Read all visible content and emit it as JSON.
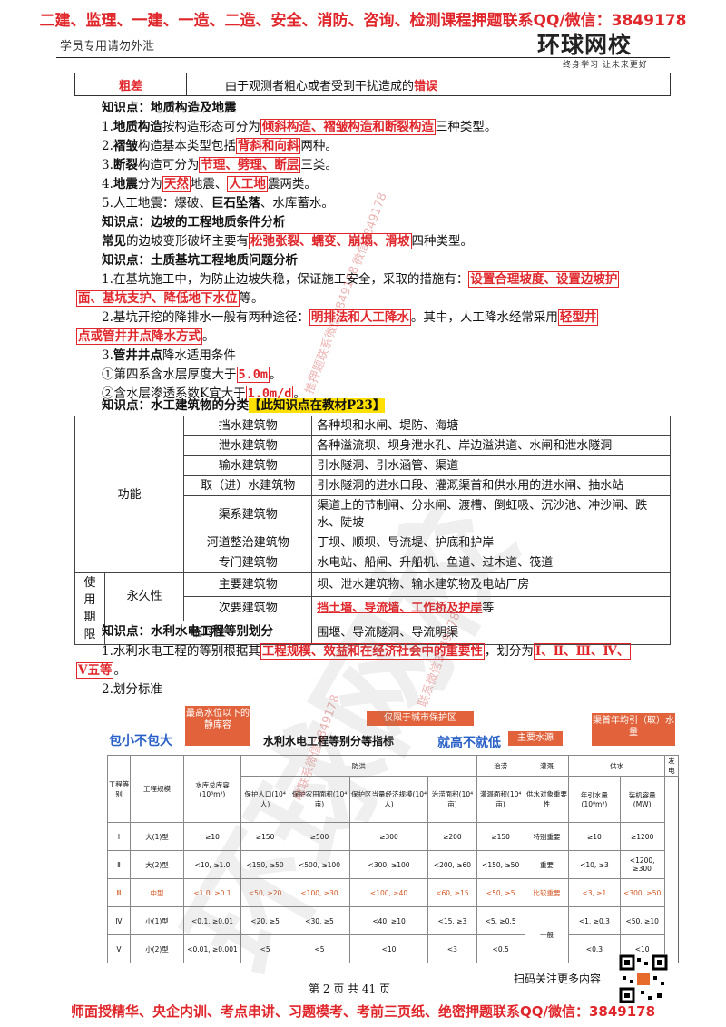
{
  "header": {
    "banner": "二建、监理、一建、一造、二造、安全、消防、咨询、检测课程押题联系QQ/微信：3849178",
    "student_note": "学员专用请勿外泄",
    "logo_main": "环球网校",
    "logo_sub": "终身学习  让未来更好"
  },
  "error_table": {
    "term": "粗差",
    "definition_prefix": "由于观测者粗心或者受到干扰造成的",
    "definition_hl": "错误"
  },
  "geo": {
    "title": "知识点：地质构造及地震",
    "l1_a": "1.",
    "l1_b": "地质构造",
    "l1_c": "按构造形态可分为",
    "l1_hl": "倾斜构造、褶皱构造和断裂构造",
    "l1_d": "三种类型。",
    "l2_a": "2.",
    "l2_b": "褶皱",
    "l2_c": "构造基本类型包括",
    "l2_hl": "背斜和向斜",
    "l2_d": "两种。",
    "l3_a": "3.",
    "l3_b": "断裂",
    "l3_c": "构造可分为",
    "l3_hl": "节理、劈理、断层",
    "l3_d": "三类。",
    "l4_a": "4.",
    "l4_b": "地震",
    "l4_c": "分为",
    "l4_hl1": "天然",
    "l4_d": "地震、",
    "l4_hl2": "人工地",
    "l4_e": "震两类。",
    "l5_a": "5.人工地震：爆破、",
    "l5_b": "巨石坠落",
    "l5_c": "、水库蓄水。"
  },
  "slope": {
    "title": "知识点：边坡的工程地质条件分析",
    "l1_a": "常见",
    "l1_b": "的边坡变形破坏主要有",
    "l1_hl": "松弛张裂、蠕变、崩塌、滑坡",
    "l1_c": "四种类型。"
  },
  "pit": {
    "title": "知识点：土质基坑工程地质问题分析",
    "l1_a": "1.在基坑施工中，为防止边坡失稳，保证施工安全，采取的措施有：",
    "l1_hl": "设置合理坡度、设置边坡护",
    "l2_hl": "面、基坑支护、降低地下水位",
    "l2_a": "等。",
    "l3_a": "2.基坑开挖的降排水一般有两种途径：",
    "l3_hl": "明排法和人工降水",
    "l3_b": "。其中，人工降水经常采用",
    "l3_hl2": "轻型井",
    "l4_hl": "点或管井井点降水方式",
    "l4_a": "。",
    "l5_a": "3.",
    "l5_b": "管井井点",
    "l5_c": "降水适用条件",
    "l6_a": "①第四系含水层厚度大于",
    "l6_hl": "5.0m",
    "l6_b": "。",
    "l7_a": "②含水层渗透系数K宜大于",
    "l7_hl": "1.0m/d",
    "l7_b": "。"
  },
  "hydro": {
    "title": "知识点：水工建筑物的分类",
    "title_note": "【此知识点在教材P23】",
    "func_label": "功能",
    "use_label": "使用期限",
    "perm_label": "永久性",
    "rows": [
      {
        "type": "挡水建筑物",
        "desc": "各种坝和水闸、堤防、海塘"
      },
      {
        "type": "泄水建筑物",
        "desc": "各种溢流坝、坝身泄水孔、岸边溢洪道、水闸和泄水隧洞"
      },
      {
        "type": "输水建筑物",
        "desc": "引水隧洞、引水涵管、渠道"
      },
      {
        "type": "取（进）水建筑物",
        "desc": "引水隧洞的进水口段、灌溉渠首和供水用的进水闸、抽水站"
      },
      {
        "type": "渠系建筑物",
        "desc": "渠道上的节制闸、分水闸、渡槽、倒虹吸、沉沙池、冲沙闸、跌水、陡坡"
      },
      {
        "type": "河道整治建筑物",
        "desc": "丁坝、顺坝、导流堤、护底和护岸"
      },
      {
        "type": "专门建筑物",
        "desc": "水电站、船闸、升船机、鱼道、过木道、筏道"
      }
    ],
    "main": {
      "type": "主要建筑物",
      "desc": "坝、泄水建筑物、输水建筑物及电站厂房"
    },
    "secondary": {
      "type": "次要建筑物",
      "desc_hl": "挡土墙、导流墙、工作桥及护岸",
      "desc_tail": "等"
    },
    "temp": {
      "type": "临时性",
      "desc": "围堰、导流隧洞、导流明渠"
    }
  },
  "grade": {
    "title": "知识点：水利水电工程等别划分",
    "l1_a": "1.水利水电工程的等别根据其",
    "l1_hl": "工程规模、效益和在经济社会中的重要性",
    "l1_b": "，划分为",
    "l1_hl2": "Ⅰ、Ⅱ、Ⅲ、Ⅳ、",
    "l2_hl": "Ⅴ五等",
    "l2_a": "。",
    "l3_a": "2.划分标准"
  },
  "figure": {
    "tag_reservoir": "最高水位以下的静库容",
    "tag_city": "仅限于城市保护区",
    "tag_water": "主要水源",
    "tag_annual": "渠首年均引（取）水量",
    "blue_left": "包小不包大",
    "blue_mid": "就高不就低",
    "fig_title": "水利水电工程等别分等指标",
    "group_heads": [
      "防洪",
      "治涝",
      "灌溉",
      "供水",
      "发电"
    ],
    "col_heads": [
      "工程等别",
      "工程规模",
      "水库总库容(10⁸m³)",
      "保护人口(10⁴人)",
      "保护农田面积(10⁴亩)",
      "保护区当量经济规模(10⁴人)",
      "治涝面积(10⁴亩)",
      "灌溉面积(10⁴亩)",
      "供水对象重要性",
      "年引水量(10⁸m³)",
      "装机容量(MW)"
    ],
    "rows": [
      [
        "Ⅰ",
        "大(1)型",
        "≥10",
        "≥150",
        "≥500",
        "≥300",
        "≥200",
        "≥150",
        "特别重要",
        "≥10",
        "≥1200"
      ],
      [
        "Ⅱ",
        "大(2)型",
        "<10, ≥1.0",
        "<150, ≥50",
        "<500, ≥100",
        "<300, ≥100",
        "<200, ≥60",
        "<150, ≥50",
        "重要",
        "<10, ≥3",
        "<1200, ≥300"
      ],
      [
        "Ⅲ",
        "中型",
        "<1.0, ≥0.1",
        "<50, ≥20",
        "<100, ≥30",
        "<100, ≥40",
        "<60, ≥15",
        "<50, ≥5",
        "比较重要",
        "<3, ≥1",
        "<300, ≥50"
      ],
      [
        "Ⅳ",
        "小(1)型",
        "<0.1, ≥0.01",
        "<20, ≥5",
        "<30, ≥5",
        "<40, ≥10",
        "<15, ≥3",
        "<5, ≥0.5",
        "一般",
        "<1, ≥0.3",
        "<50, ≥10"
      ],
      [
        "Ⅴ",
        "小(2)型",
        "<0.01, ≥0.001",
        "<5",
        "<5",
        "<10",
        "<3",
        "<0.5",
        "",
        "<0.3",
        "<10"
      ]
    ]
  },
  "footer": {
    "page": "第 2 页 共 41 页",
    "scan": "扫码关注更多内容",
    "bar": "师面授精华、央企内训、考点串讲、习题模考、考前三页纸、绝密押题联系QQ/微信：3849178"
  },
  "watermarks": {
    "w1": "微信3849178",
    "w2": "推押题联系微信3849178",
    "w3": "联系微信3849178",
    "w4": "唯联系微信3849178",
    "big": "环球网校"
  }
}
